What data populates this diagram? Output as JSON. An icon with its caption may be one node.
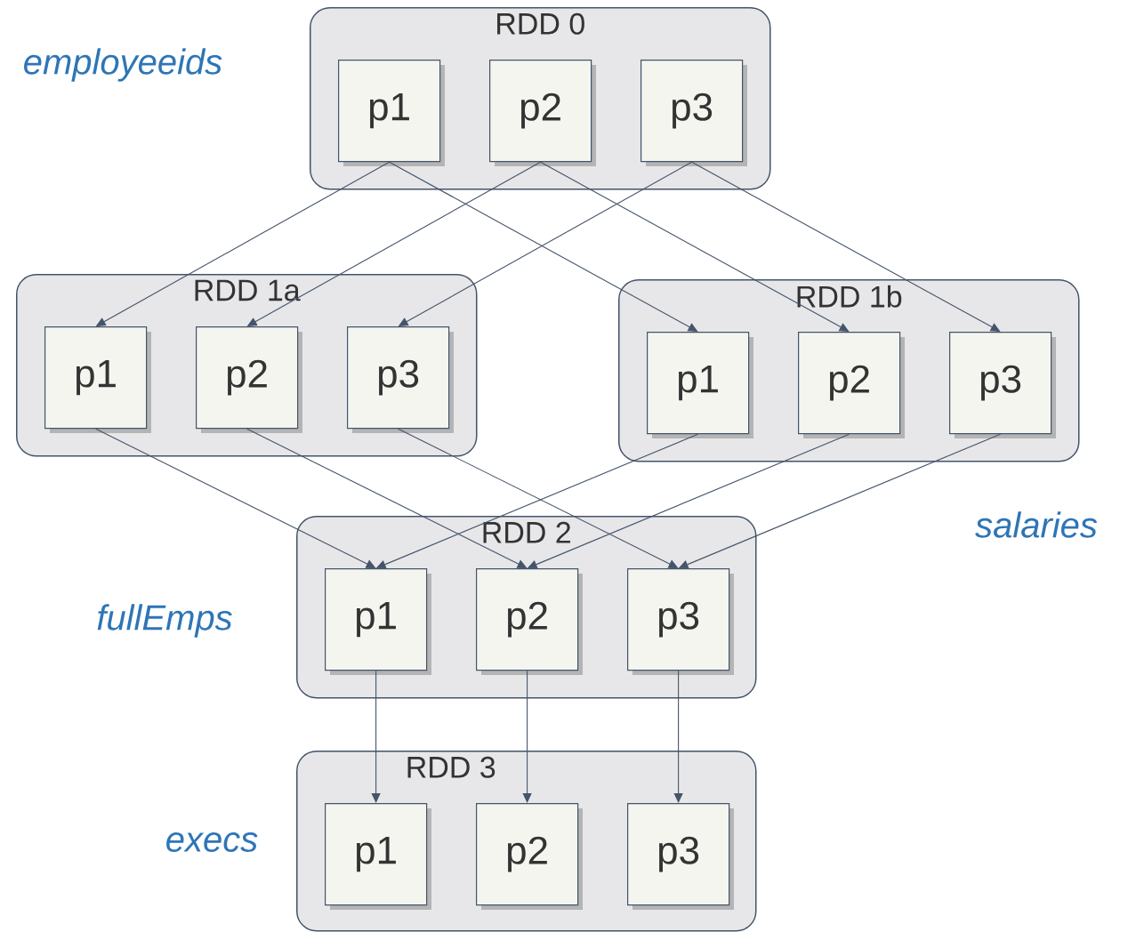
{
  "diagram": {
    "nodes": [
      {
        "text": [
          "RDD 0"
        ],
        "beside": [
          "employeeids"
        ]
      },
      {
        "text": [
          "p1"
        ],
        "in": 0
      },
      {
        "text": [
          "p2"
        ],
        "in": 0
      },
      {
        "text": [
          "p3"
        ],
        "in": 0
      },
      {
        "text": [
          "RDD 1a"
        ]
      },
      {
        "text": [
          "p1"
        ],
        "in": 4
      },
      {
        "text": [
          "p2"
        ],
        "in": 4
      },
      {
        "text": [
          "p3"
        ],
        "in": 4
      },
      {
        "text": [
          "RDD 1b"
        ],
        "beside": [
          "salaries"
        ]
      },
      {
        "text": [
          "p1"
        ],
        "in": 8
      },
      {
        "text": [
          "p2"
        ],
        "in": 8
      },
      {
        "text": [
          "p3"
        ],
        "in": 8
      },
      {
        "text": [
          "RDD 2"
        ],
        "beside": [
          "fullEmps"
        ]
      },
      {
        "text": [
          "p1"
        ],
        "in": 12
      },
      {
        "text": [
          "p2"
        ],
        "in": 12
      },
      {
        "text": [
          "p3"
        ],
        "in": 12
      },
      {
        "text": [
          "RDD 3"
        ],
        "beside": [
          "execs"
        ]
      },
      {
        "text": [
          "p1"
        ],
        "in": 16
      },
      {
        "text": [
          "p2"
        ],
        "in": 16
      },
      {
        "text": [
          "p3"
        ],
        "in": 16
      }
    ],
    "edges": [
      {
        "from": 1,
        "to": 5,
        "arrow": "to"
      },
      {
        "from": 1,
        "to": 9,
        "arrow": "to"
      },
      {
        "from": 2,
        "to": 6,
        "arrow": "to"
      },
      {
        "from": 2,
        "to": 10,
        "arrow": "to"
      },
      {
        "from": 3,
        "to": 7,
        "arrow": "to"
      },
      {
        "from": 3,
        "to": 11,
        "arrow": "to"
      },
      {
        "from": 5,
        "to": 13,
        "arrow": "to"
      },
      {
        "from": 6,
        "to": 14,
        "arrow": "to"
      },
      {
        "from": 7,
        "to": 15,
        "arrow": "to"
      },
      {
        "from": 9,
        "to": 13,
        "arrow": "to"
      },
      {
        "from": 10,
        "to": 14,
        "arrow": "to"
      },
      {
        "from": 11,
        "to": 15,
        "arrow": "to"
      },
      {
        "from": 13,
        "to": 17,
        "arrow": "to"
      },
      {
        "from": 14,
        "to": 18,
        "arrow": "to"
      },
      {
        "from": 15,
        "to": 19,
        "arrow": "to"
      }
    ]
  }
}
